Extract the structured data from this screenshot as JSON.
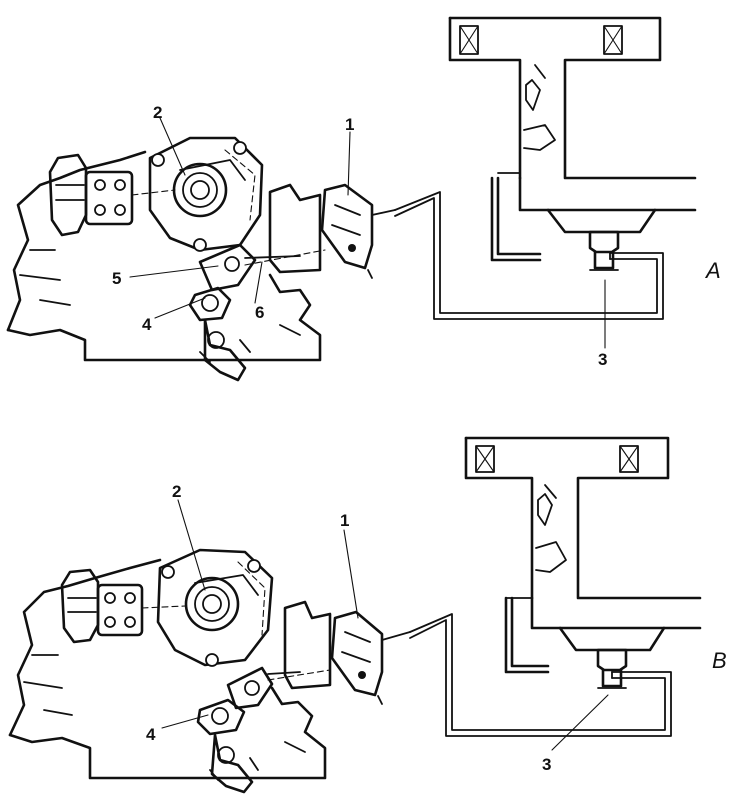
{
  "panels": [
    {
      "id": "A",
      "label": "A",
      "callouts": [
        "1",
        "2",
        "3",
        "4",
        "5",
        "6"
      ]
    },
    {
      "id": "B",
      "label": "B",
      "callouts": [
        "1",
        "2",
        "3",
        "4"
      ]
    }
  ]
}
